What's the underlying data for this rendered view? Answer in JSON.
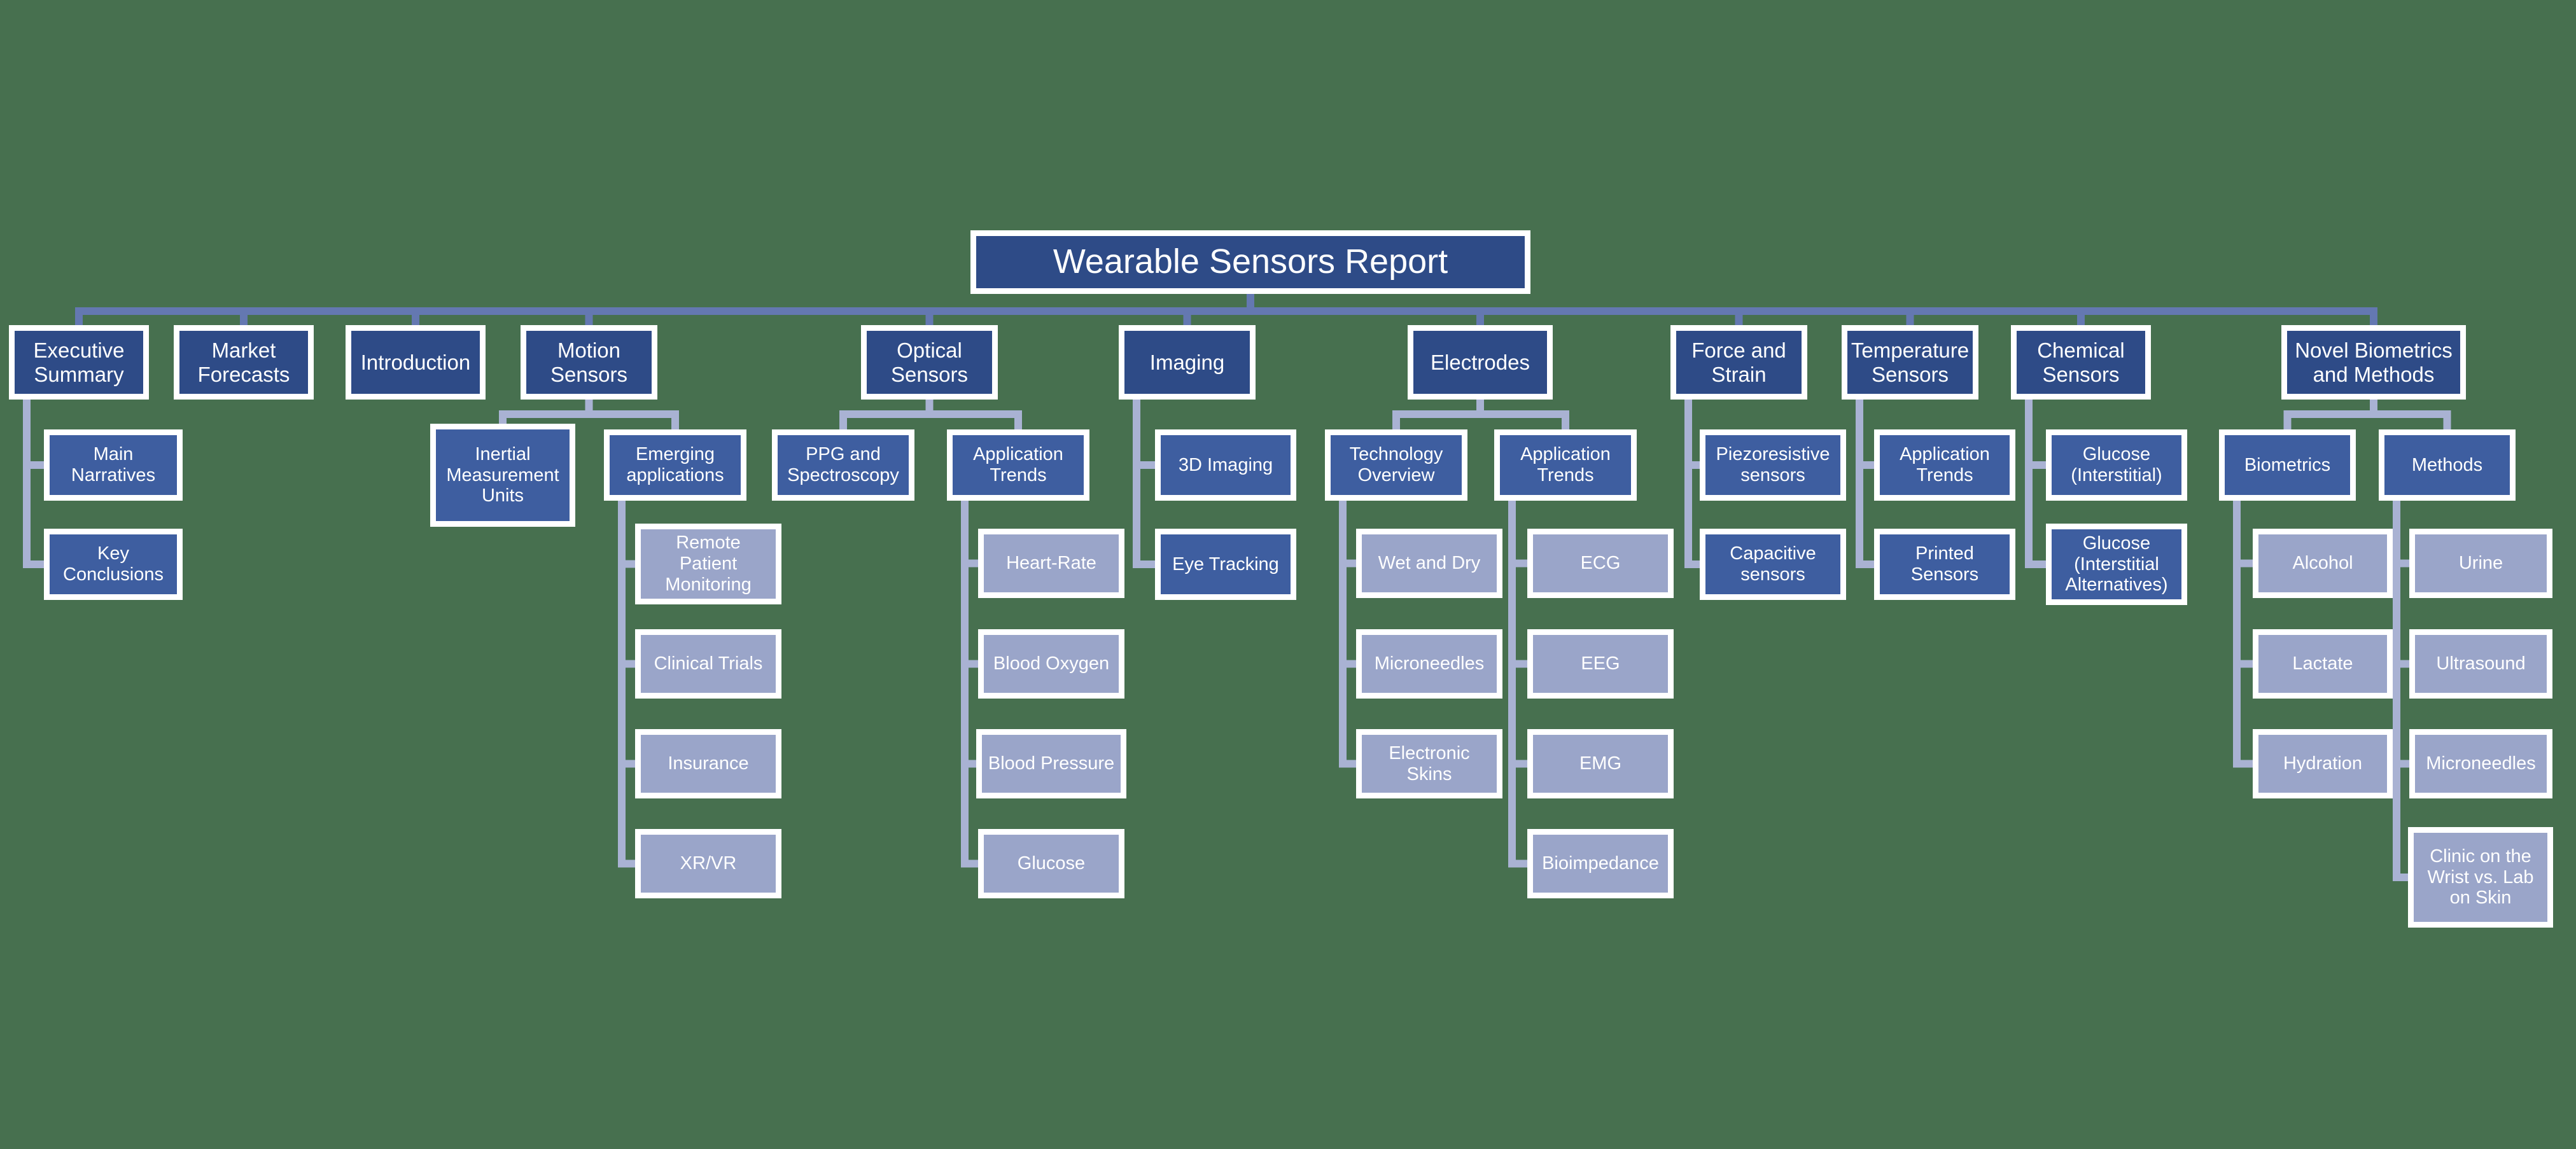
{
  "colors": {
    "background": "#47704F",
    "node_dark": "#2E4B87",
    "node_mid": "#3E5EA0",
    "node_light": "#9AA5C9",
    "border": "#FFFFFF",
    "text": "#FFFFFF",
    "connector_top": "#6478B1",
    "connector": "#A9B2D3"
  },
  "tree": {
    "id": "wearable-sensors-report",
    "label": "Wearable Sensors Report",
    "children": [
      {
        "id": "executive-summary",
        "label": "Executive\nSummary",
        "children": [
          {
            "id": "main-narratives",
            "label": "Main\nNarratives"
          },
          {
            "id": "key-conclusions",
            "label": "Key\nConclusions"
          }
        ]
      },
      {
        "id": "market-forecasts",
        "label": "Market\nForecasts"
      },
      {
        "id": "introduction",
        "label": "Introduction"
      },
      {
        "id": "motion-sensors",
        "label": "Motion\nSensors",
        "children": [
          {
            "id": "inertial-measurement-units",
            "label": "Inertial\nMeasurement\nUnits"
          },
          {
            "id": "emerging-applications",
            "label": "Emerging\napplications",
            "children": [
              {
                "id": "remote-patient-monitoring",
                "label": "Remote\nPatient\nMonitoring"
              },
              {
                "id": "clinical-trials",
                "label": "Clinical Trials"
              },
              {
                "id": "insurance",
                "label": "Insurance"
              },
              {
                "id": "xr-vr",
                "label": "XR/VR"
              }
            ]
          }
        ]
      },
      {
        "id": "optical-sensors",
        "label": "Optical\nSensors",
        "children": [
          {
            "id": "ppg-and-spectroscopy",
            "label": "PPG and\nSpectroscopy"
          },
          {
            "id": "application-trends-optical",
            "label": "Application\nTrends",
            "children": [
              {
                "id": "heart-rate",
                "label": "Heart-Rate"
              },
              {
                "id": "blood-oxygen",
                "label": "Blood Oxygen"
              },
              {
                "id": "blood-pressure",
                "label": "Blood Pressure"
              },
              {
                "id": "glucose",
                "label": "Glucose"
              }
            ]
          }
        ]
      },
      {
        "id": "imaging",
        "label": "Imaging",
        "children": [
          {
            "id": "3d-imaging",
            "label": "3D Imaging"
          },
          {
            "id": "eye-tracking",
            "label": "Eye Tracking"
          }
        ]
      },
      {
        "id": "electrodes",
        "label": "Electrodes",
        "children": [
          {
            "id": "technology-overview",
            "label": "Technology\nOverview",
            "children": [
              {
                "id": "wet-and-dry",
                "label": "Wet and Dry"
              },
              {
                "id": "microneedles-electrodes",
                "label": "Microneedles"
              },
              {
                "id": "electronic-skins",
                "label": "Electronic\nSkins"
              }
            ]
          },
          {
            "id": "application-trends-electrodes",
            "label": "Application\nTrends",
            "children": [
              {
                "id": "ecg",
                "label": "ECG"
              },
              {
                "id": "eeg",
                "label": "EEG"
              },
              {
                "id": "emg",
                "label": "EMG"
              },
              {
                "id": "bioimpedance",
                "label": "Bioimpedance"
              }
            ]
          }
        ]
      },
      {
        "id": "force-and-strain",
        "label": "Force and\nStrain",
        "children": [
          {
            "id": "piezoresistive-sensors",
            "label": "Piezoresistive\nsensors"
          },
          {
            "id": "capacitive-sensors",
            "label": "Capacitive\nsensors"
          }
        ]
      },
      {
        "id": "temperature-sensors",
        "label": "Temperature\nSensors",
        "children": [
          {
            "id": "application-trends-temperature",
            "label": "Application\nTrends"
          },
          {
            "id": "printed-sensors",
            "label": "Printed\nSensors"
          }
        ]
      },
      {
        "id": "chemical-sensors",
        "label": "Chemical\nSensors",
        "children": [
          {
            "id": "glucose-interstitial",
            "label": "Glucose\n(Interstitial)"
          },
          {
            "id": "glucose-interstitial-alternatives",
            "label": "Glucose\n(Interstitial\nAlternatives)"
          }
        ]
      },
      {
        "id": "novel-biometrics-and-methods",
        "label": "Novel Biometrics\nand Methods",
        "children": [
          {
            "id": "biometrics",
            "label": "Biometrics",
            "children": [
              {
                "id": "alcohol",
                "label": "Alcohol"
              },
              {
                "id": "lactate",
                "label": "Lactate"
              },
              {
                "id": "hydration",
                "label": "Hydration"
              }
            ]
          },
          {
            "id": "methods",
            "label": "Methods",
            "children": [
              {
                "id": "urine",
                "label": "Urine"
              },
              {
                "id": "ultrasound",
                "label": "Ultrasound"
              },
              {
                "id": "microneedles-methods",
                "label": "Microneedles"
              },
              {
                "id": "clinic-on-the-wrist-vs-lab-on-skin",
                "label": "Clinic on the\nWrist vs. Lab\non Skin"
              }
            ]
          }
        ]
      }
    ]
  }
}
